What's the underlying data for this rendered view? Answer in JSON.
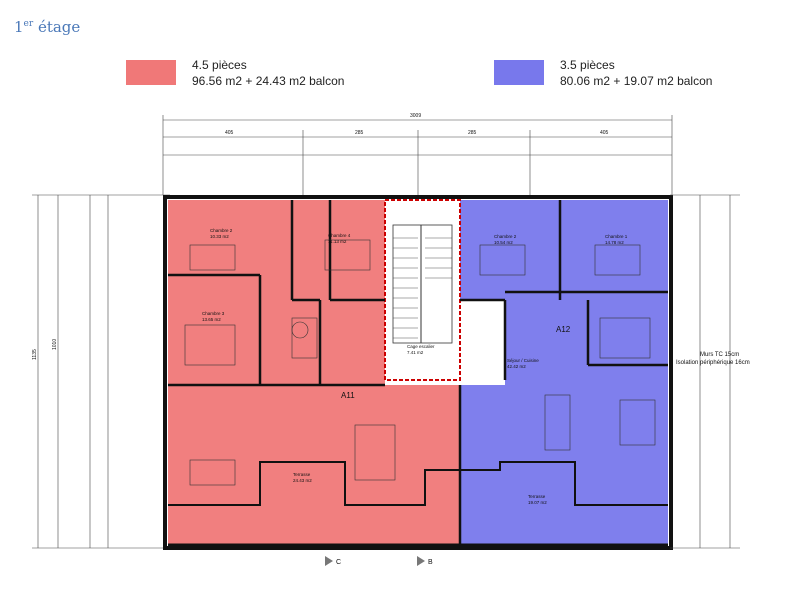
{
  "page": {
    "title_prefix": "1",
    "title_sup": "er",
    "title_rest": " étage"
  },
  "legend": [
    {
      "label": "4.5 pièces",
      "area": "96.56 m2 + 24.43 m2 balcon",
      "color": "#f07878"
    },
    {
      "label": "3.5 pièces",
      "area": "80.06 m2 + 19.07 m2 balcon",
      "color": "#7878ec"
    }
  ],
  "plan": {
    "unit_a_label": "A11",
    "unit_b_label": "A12",
    "wall_note_1": "Murs TC 15cm",
    "wall_note_2": "Isolation périphérique 16cm",
    "section_c": "C",
    "section_b": "B",
    "rooms": [
      {
        "name": "Chambre 2",
        "area": "10.33 m2"
      },
      {
        "name": "Chambre 4",
        "area": "11.13 m2"
      },
      {
        "name": "Chambre 3",
        "area": "13.65 m2"
      },
      {
        "name": "Cage escalier",
        "area": "7.41 m2"
      },
      {
        "name": "Chambre 2",
        "area": "10.54 m2"
      },
      {
        "name": "Chambre 1",
        "area": "14.78 m2"
      },
      {
        "name": "Séjour / Cuisine",
        "area": "42.42 m2"
      },
      {
        "name": "Terrasse",
        "area": "24.43 m2"
      },
      {
        "name": "Terrasse",
        "area": "19.07 m2"
      }
    ],
    "dims_top": [
      "3009",
      "405",
      "285",
      "285",
      "405"
    ],
    "dims_left": [
      "1135",
      "1010"
    ]
  }
}
